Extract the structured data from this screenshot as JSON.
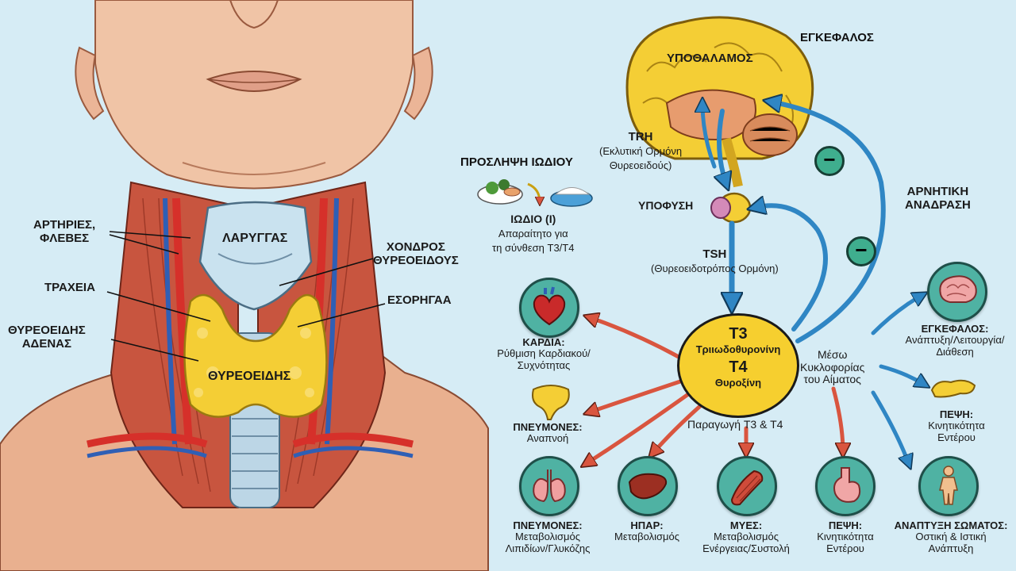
{
  "neck": {
    "larynx": "ΛΑΡΥΓΓΑΣ",
    "thyroid_on_gland": "ΘΥΡΕΟΕΙΔΗΣ",
    "arteries": [
      "ΑΡΤΗΡΙΕΣ,",
      "ΦΛΕΒΕΣ"
    ],
    "trachea": "ΤΡΑΧΕΙΑ",
    "thyroid_gland": [
      "ΘΥΡΕΟΕΙΔΗΣ",
      "ΑΔΕΝΑΣ"
    ],
    "cartilage": [
      "ΧΟΝΔΡΟΣ",
      "ΘΥΡΕΟΕΙΔΟΥΣ"
    ],
    "esophagus": "ΕΣΟΡΗΓΑΑ"
  },
  "brain": {
    "title": "ΕΓΚΕΦΑΛΟΣ",
    "hypothalamus": "ΥΠΟΘΑΛΑΜΟΣ",
    "trh": "TRH",
    "trh_desc": [
      "(Εκλυτική Ορμόνη",
      "Θυρεοειδούς)"
    ],
    "pituitary": "ΥΠΟΦΥΣΗ",
    "tsh": "TSH",
    "tsh_desc": "(Θυρεοειδοτρόπος Ορμόνη)"
  },
  "feedback": {
    "label": [
      "ΑΡΝΗΤΙΚΗ",
      "ΑΝΑΔΡΑΣΗ"
    ],
    "minus": "−"
  },
  "iodine": {
    "title": "ΠΡΟΣΛΗΨΗ ΙΩΔΙΟΥ",
    "name": "ΙΩΔΙΟ (I)",
    "desc": [
      "Απαραίτητο για",
      "τη σύνθεση T3/T4"
    ]
  },
  "hormones": {
    "t3": "T3",
    "t3_name": "Τριιωδοθυρονίνη",
    "t4": "T4",
    "t4_name": "Θυροξίνη",
    "production": "Παραγωγή T3 & T4",
    "circulation": [
      "Μέσω",
      "Κυκλοφορίας",
      "του Αίματος"
    ]
  },
  "effects": {
    "heart": {
      "title": "ΚΑΡΔΙΑ:",
      "desc": [
        "Ρύθμιση Καρδιακού/",
        "Συχνότητας"
      ]
    },
    "lungs_top": {
      "title": "ΠΝΕΥΜΟΝΕΣ:",
      "desc": [
        "Αναπνοή"
      ]
    },
    "lungs": {
      "title": "ΠΝΕΥΜΟΝΕΣ:",
      "desc": [
        "Μεταβολισμός",
        "Λιπιδίων/Γλυκόζης"
      ]
    },
    "liver": {
      "title": "ΗΠΑΡ:",
      "desc": [
        "Μεταβολισμός"
      ]
    },
    "muscles": {
      "title": "ΜΥΕΣ:",
      "desc": [
        "Μεταβολισμός",
        "Ενέργειας/Συστολή"
      ]
    },
    "stomach": {
      "title": "ΠΕΨΗ:",
      "desc": [
        "Κινητικότητα",
        "Εντέρου"
      ]
    },
    "body": {
      "title": "ΑΝΑΠΤΥΞΗ ΣΩΜΑΤΟΣ:",
      "desc": [
        "Οστική & Ιστική",
        "Ανάπτυξη"
      ]
    },
    "brain": {
      "title": "ΕΓΚΕΦΑΛΟΣ:",
      "desc": [
        "Ανάπτυξη/Λειτουργία/",
        "Διάθεση"
      ]
    },
    "digestion": {
      "title": "ΠΕΨΗ:",
      "desc": [
        "Κινητικότητα",
        "Εντέρου"
      ]
    }
  },
  "colors": {
    "background": "#d6ecf5",
    "thyroid": "#f6cf2f",
    "circle": "#4fb2a3",
    "arrow_red": "#d9553f",
    "arrow_blue": "#2f86c4"
  }
}
